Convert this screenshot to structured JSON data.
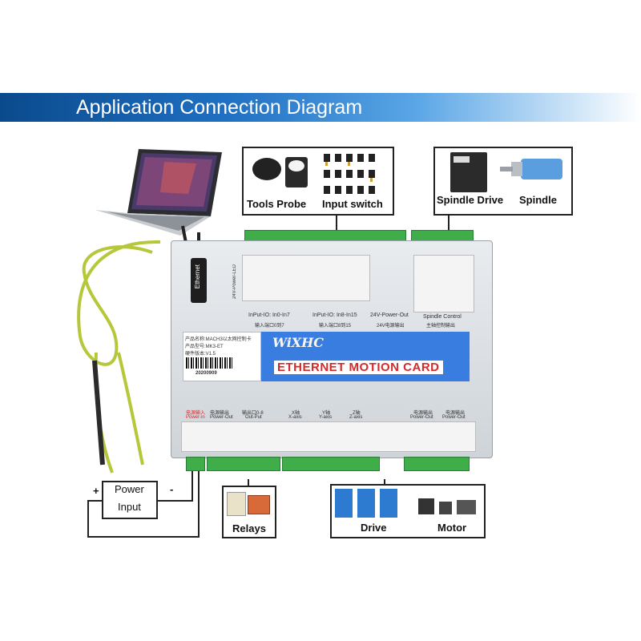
{
  "banner": {
    "title": "Application Connection Diagram"
  },
  "top_box_left": {
    "label1": "Tools Probe",
    "label2": "Input switch"
  },
  "top_box_right": {
    "label1": "Spindle Drive",
    "label2": "Spindle"
  },
  "bottom_box_left": {
    "label": "Relays"
  },
  "bottom_box_right": {
    "label1": "Drive",
    "label2": "Motor"
  },
  "power": {
    "label1": "Power",
    "label2": "Input",
    "plus": "+",
    "minus": "-"
  },
  "laptop": {
    "ethernet_label": "Ethernet"
  },
  "card": {
    "brand": "WiXHC",
    "title": "ETHERNET MOTION CARD",
    "power_led": "24V-Power-LED",
    "sticker_lines": [
      "产品名称:MACH3以太网控制卡",
      "产品型号:MK3-ET",
      "硬件版本:V1.5"
    ],
    "serial": "20200909",
    "top_section1": "InPut-IO: In0-In7",
    "top_section1_cn": "输入端口0到7",
    "top_section2": "InPut-IO: In8-In15",
    "top_section2_cn": "输入端口8到15",
    "top_section3": "24V-Power-Out",
    "top_section3_cn": "24V电源输出",
    "spindle_out": "Spindle Control",
    "spindle_out_cn": "主轴控制输出",
    "bottom_sections": [
      {
        "cn": "电源输入",
        "en": "Power-in"
      },
      {
        "cn": "电源输出",
        "en": "Power-Out"
      },
      {
        "cn": "输出口0-8",
        "en": "Out-Put"
      },
      {
        "cn": "X轴",
        "en": "X-axis"
      },
      {
        "cn": "Y轴",
        "en": "Y-axis"
      },
      {
        "cn": "Z轴",
        "en": "Z-axis"
      },
      {
        "cn": "电源输出",
        "en": "Power-Out"
      },
      {
        "cn": "电源输出",
        "en": "Power-Out"
      }
    ]
  }
}
